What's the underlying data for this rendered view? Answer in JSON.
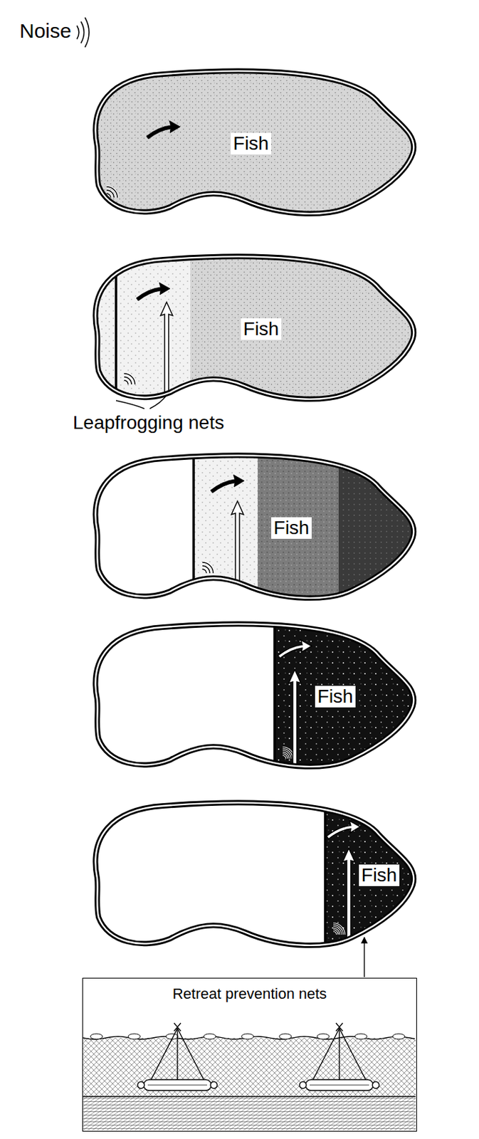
{
  "diagram": {
    "nodes": [
      {
        "text": [
          "Fish"
        ]
      },
      {
        "text": [
          "Fish"
        ]
      },
      {
        "text": [
          "Fish"
        ]
      },
      {
        "text": [
          "Fish"
        ]
      },
      {
        "text": [
          "Fish"
        ]
      },
      {
        "text": [
          "Retreat prevention nets"
        ]
      }
    ],
    "edges": [
      {
        "from": 5,
        "to": 4,
        "arrow": "to"
      }
    ],
    "labels": [
      "Noise",
      "Leapfrogging nets"
    ]
  }
}
